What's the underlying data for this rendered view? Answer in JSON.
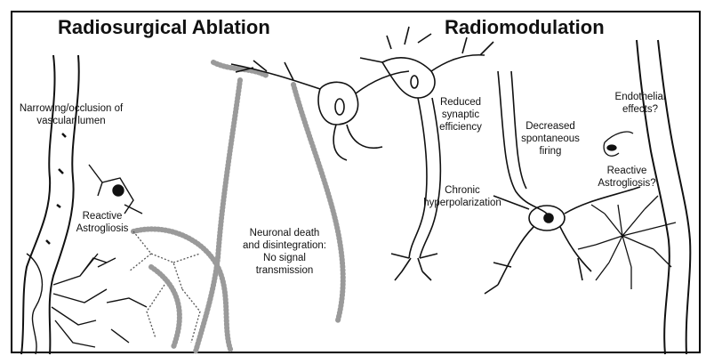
{
  "titles": {
    "left": "Radiosurgical Ablation",
    "right": "Radiomodulation"
  },
  "labels": {
    "vascular": "Narrowing/occlusion of\nvascular lumen",
    "reactive_left": "Reactive\nAstrogliosis",
    "neuronal_death": "Neuronal death\nand disintegration:\nNo signal\ntransmission",
    "synaptic": "Reduced\nsynaptic\nefficiency",
    "hyperpolarization": "Chronic\nhyperpolarization",
    "firing": "Decreased\nspontaneous\nfiring",
    "endothelial": "Endothelial\neffects?",
    "reactive_right": "Reactive\nAstrogliosis?"
  },
  "colors": {
    "ink": "#111111",
    "stipple": "#9a9a9a",
    "background": "#ffffff"
  }
}
